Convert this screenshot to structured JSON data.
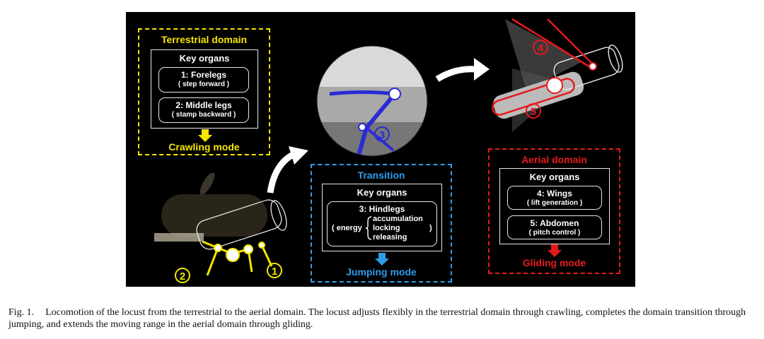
{
  "terrestrial": {
    "title": "Terrestrial domain",
    "key_title": "Key organs",
    "organ1_name": "1: Forelegs",
    "organ1_desc": "( step forward )",
    "organ2_name": "2: Middle legs",
    "organ2_desc": "( stamp backward )",
    "mode": "Crawling mode",
    "color": "#f5e600"
  },
  "transition": {
    "title": "Transition",
    "key_title": "Key organs",
    "organ3_name": "3: Hindlegs",
    "energy_label": "( energy",
    "energy_items": [
      "accumulation",
      "locking",
      "releasing"
    ],
    "energy_close": ")",
    "mode": "Jumping mode",
    "color": "#2f9bea"
  },
  "aerial": {
    "title": "Aerial domain",
    "key_title": "Key organs",
    "organ4_name": "4: Wings",
    "organ4_desc": "( lift generation )",
    "organ5_name": "5: Abdomen",
    "organ5_desc": "( pitch control )",
    "mode": "Gliding mode",
    "color": "#e8191e"
  },
  "markers": {
    "m1": "1",
    "m2": "2",
    "m3": "3",
    "m4": "4",
    "m5": "5"
  },
  "caption": {
    "label": "Fig. 1.",
    "text": "Locomotion of the locust from the terrestrial to the aerial domain. The locust adjusts flexibly in the terrestrial domain through crawling, completes the domain transition through jumping, and extends the moving range in the aerial domain through gliding."
  }
}
